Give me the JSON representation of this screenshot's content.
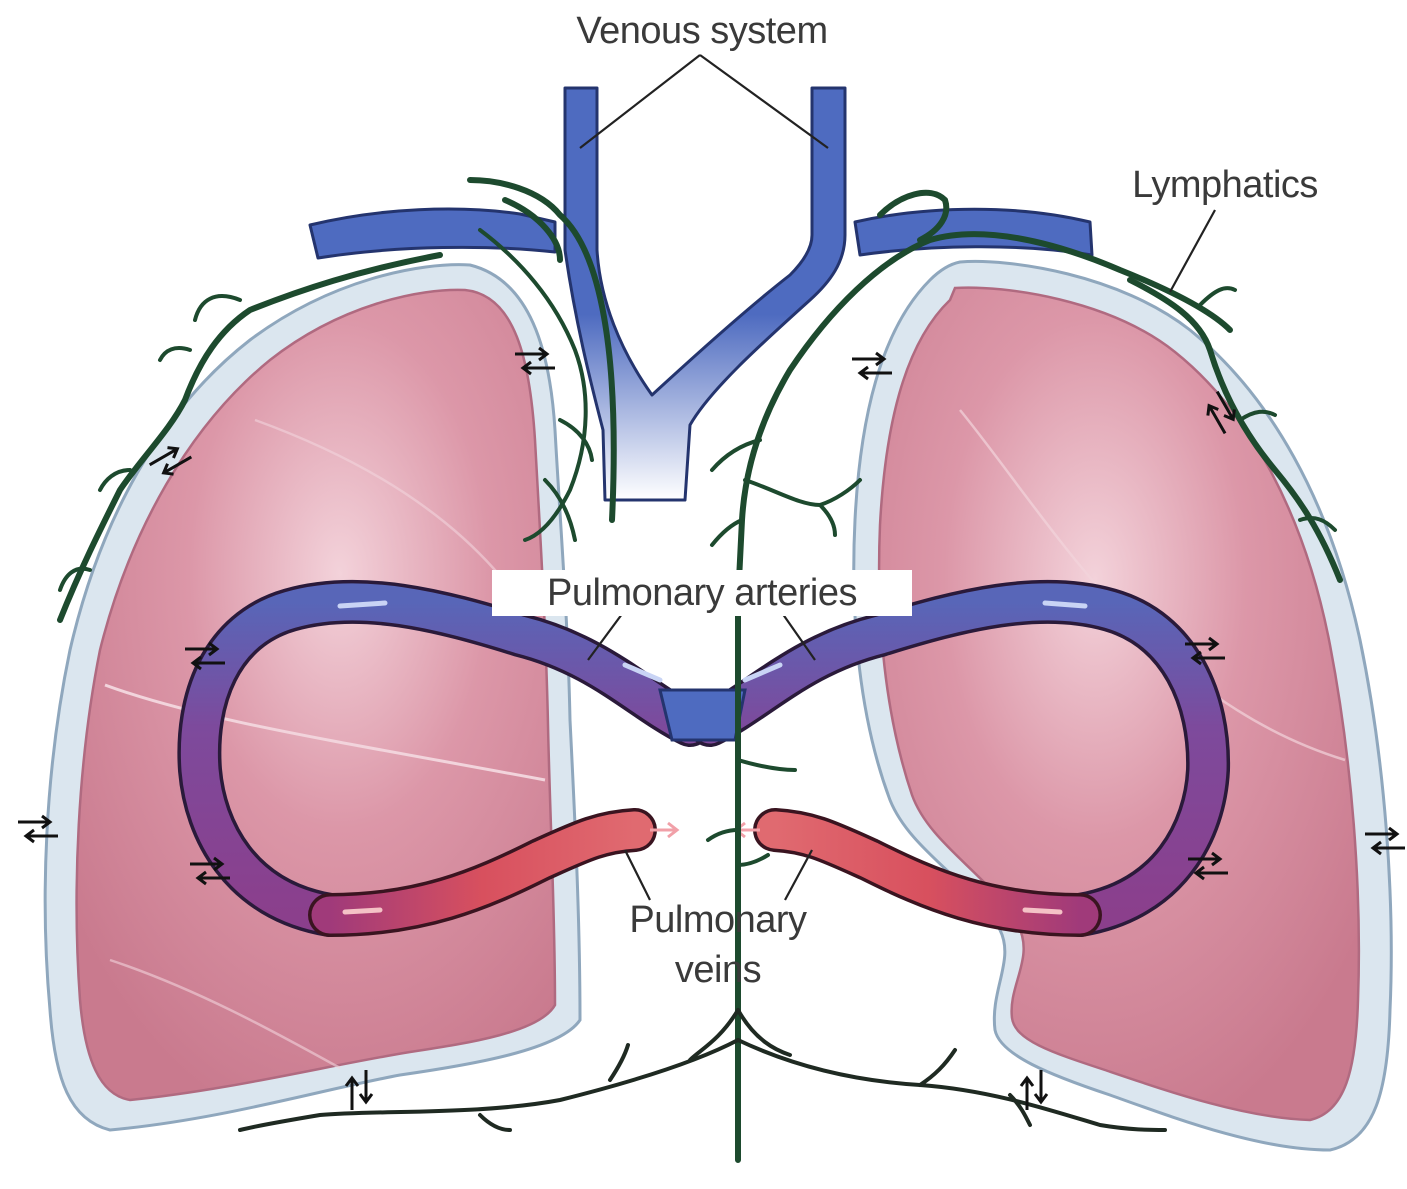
{
  "labels": {
    "venous_system": "Venous system",
    "lymphatics": "Lymphatics",
    "pulmonary_arteries": "Pulmonary arteries",
    "pulmonary_veins_line1": "Pulmonary",
    "pulmonary_veins_line2": "veins"
  },
  "colors": {
    "lung_fill": "#d58a9c",
    "lung_highlight": "#efc7d1",
    "pleura": "#dbe6ef",
    "pleura_edge": "#8fa7bd",
    "vein_blue": "#4e6bc0",
    "artery_purple": "#7d4a9c",
    "pulmonary_vein_red": "#d8505e",
    "lymph_green": "#1d4a2e"
  }
}
